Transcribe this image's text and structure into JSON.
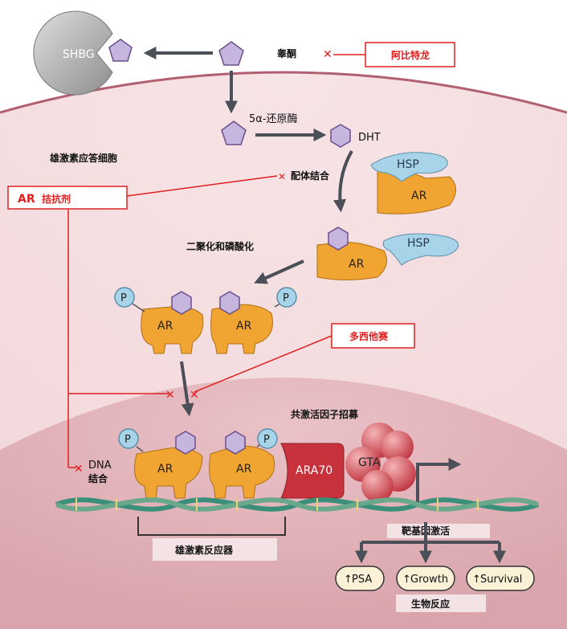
{
  "labels": {
    "testosterone": "睾酮",
    "abiraterone": "阿比特龙",
    "five_alpha": "5α-还原酶",
    "dht": "DHT",
    "androgen_cell": "雄激素应答细胞",
    "ligand_binding": "配体结合",
    "ar_antagonist_a": "AR",
    "ar_antagonist_b": "拮抗剂",
    "hsp_top": "HSP",
    "ar_top": "AR",
    "dimerization": "二聚化和磷酸化",
    "ar_mid": "AR",
    "hsp_mid": "HSP",
    "p": "P",
    "ar": "AR",
    "docetaxel": "多西他赛",
    "coactivator": "共激活因子招募",
    "dna_binding_a": "DNA",
    "dna_binding_b": "结合",
    "ara70": "ARA70",
    "gta": "GTA",
    "target_gene": "靶基因激活",
    "are": "雄激素反应器",
    "psa": "PSA",
    "growth": "Growth",
    "survival": "Survival",
    "bio_response": "生物反应",
    "shbg": "SHBG"
  },
  "colors": {
    "orange": "#f0a533",
    "purple_hex": "#c6b5df",
    "hsp_blue": "#a8d4ea",
    "red_line": "#e02020",
    "ara70_red": "#c8323c",
    "gta_red": "#c84850"
  }
}
